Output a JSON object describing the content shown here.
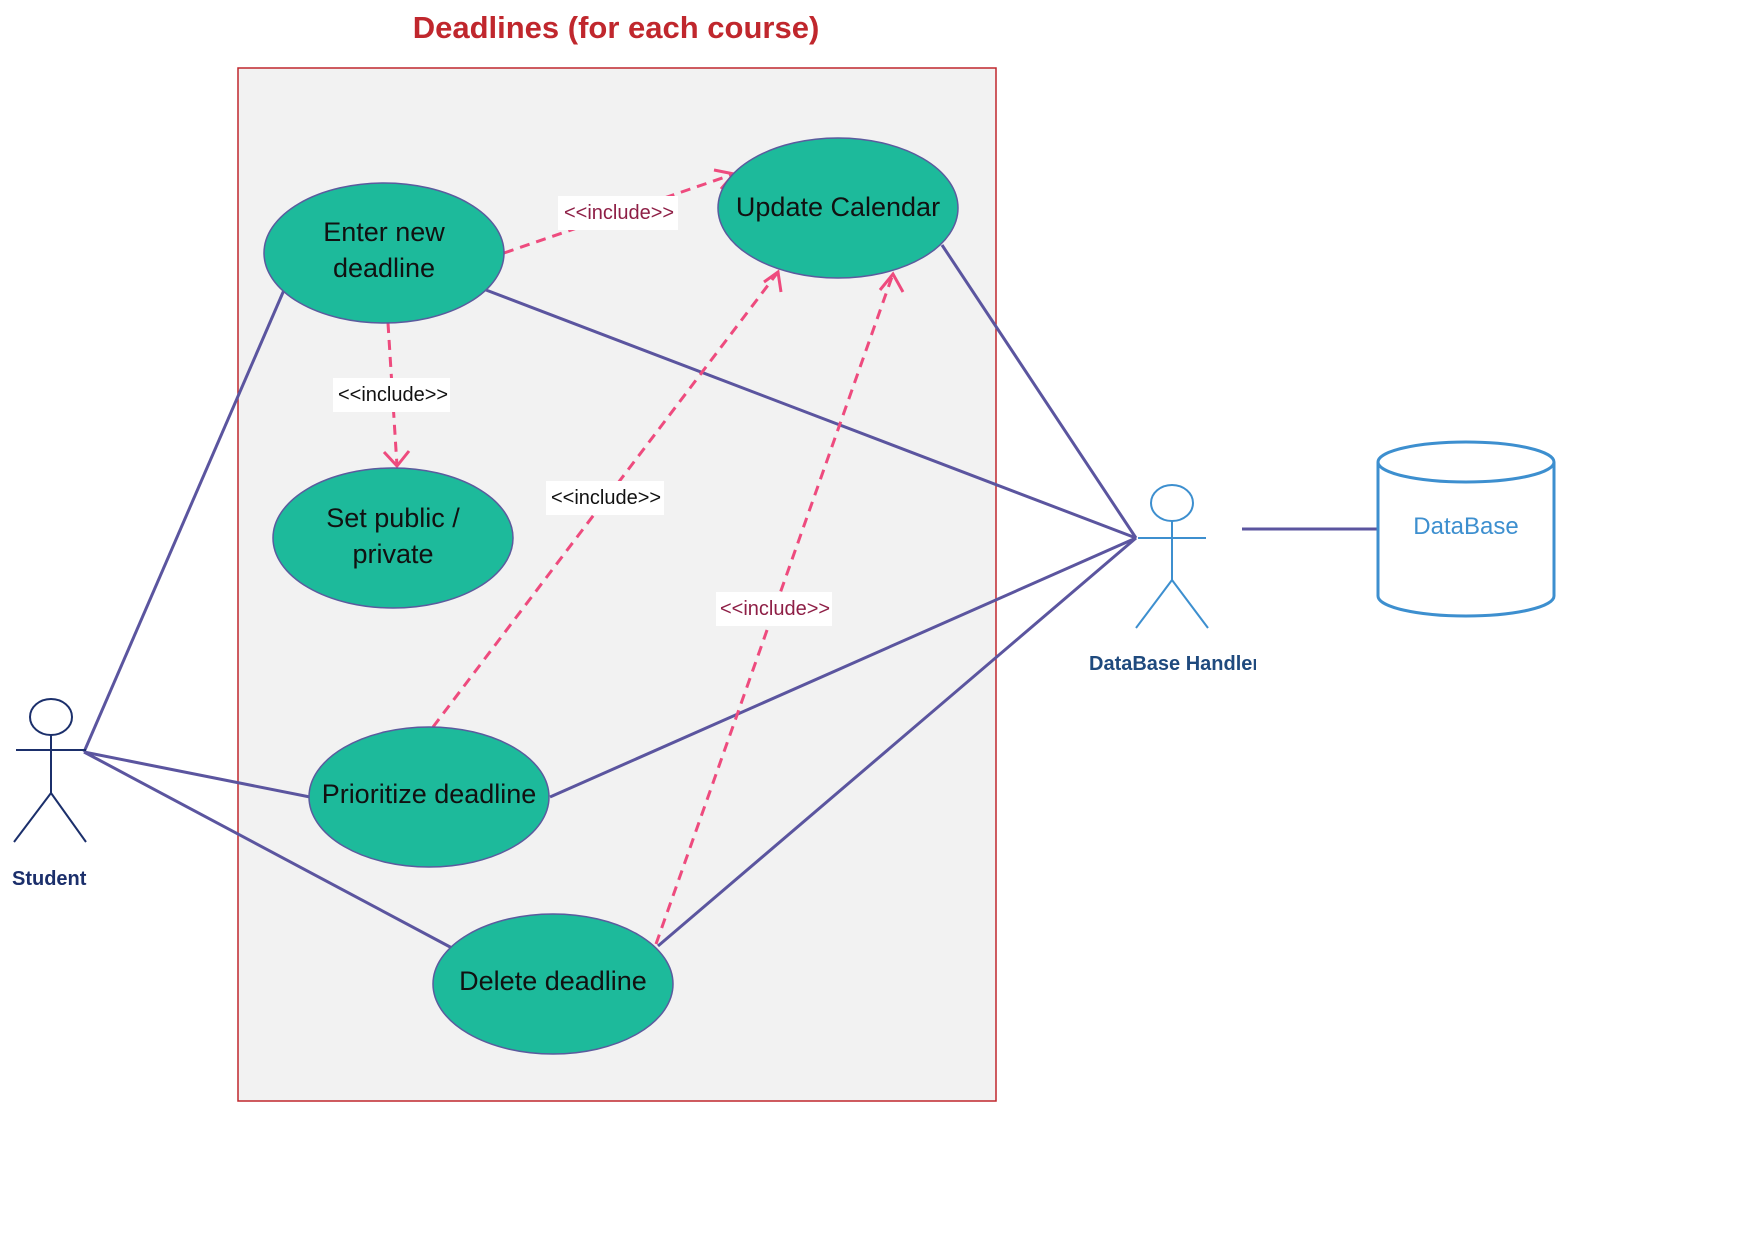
{
  "title": "Deadlines (for each course)",
  "colors": {
    "title": "#c0272d",
    "boundary_stroke": "#c0272d",
    "boundary_fill": "#f2f2f2",
    "usecase_fill": "#1dba9b",
    "usecase_stroke": "#5b5b9e",
    "association": "#5b559f",
    "include": "#ee4b7e",
    "include_label": "#8e1f46",
    "student_actor": "#1b2f6b",
    "db_actor": "#3d8fcf",
    "database": "#3d8fcf",
    "actor_label": "#1f4a7e"
  },
  "use_cases": {
    "enter": [
      "Enter new",
      "deadline"
    ],
    "setpub": [
      "Set public /",
      "private"
    ],
    "update": [
      "Update Calendar"
    ],
    "prioritize": [
      "Prioritize deadline"
    ],
    "delete": [
      "Delete deadline"
    ]
  },
  "include_label": "<<include>>",
  "actors": {
    "student": "Student",
    "db_handler": "DataBase Handler"
  },
  "database": "DataBase"
}
